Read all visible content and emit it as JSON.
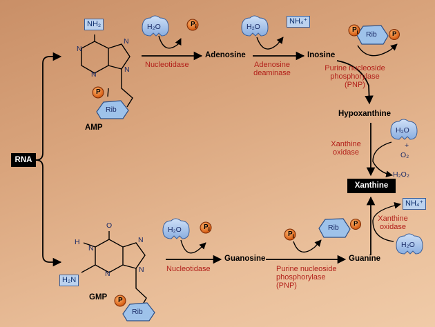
{
  "rna": "RNA",
  "xanthine": "Xanthine",
  "amp": {
    "label": "AMP",
    "nh2": "NH₂",
    "rib": "Rib",
    "p": "P",
    "atoms": [
      "N",
      "N",
      "N",
      "N"
    ]
  },
  "gmp": {
    "label": "GMP",
    "h2n": "H₂N",
    "rib": "Rib",
    "p": "P",
    "o": "O",
    "h": "H",
    "atoms": [
      "N",
      "N",
      "N",
      "N"
    ]
  },
  "top": {
    "h2o_1": "H₂O",
    "pi_1": "P",
    "pi_sub": "i",
    "nucleotidase": "Nucleotidase",
    "adenosine": "Adenosine",
    "h2o_2": "H₂O",
    "nh4": "NH₄⁺",
    "adenosine_deaminase": "Adenosine deaminase",
    "inosine": "Inosine",
    "pi_2": "P",
    "rib_p_rib": "Rib",
    "rib_p_p": "P",
    "pnp": "Purine nucleoside phosphorylase (PNP)",
    "hypoxanthine": "Hypoxanthine",
    "h2o_3": "H₂O",
    "plus": "+",
    "o2": "O₂",
    "xanthine_oxidase": "Xanthine oxidase",
    "h2o2": "H₂O₂"
  },
  "bottom": {
    "h2o_1": "H₂O",
    "pi_1": "P",
    "pi_sub": "i",
    "nucleotidase": "Nucleotidase",
    "guanosine": "Guanosine",
    "pi_2": "P",
    "rib_p_rib": "Rib",
    "rib_p_p": "P",
    "pnp": "Purine nucleoside phosphorylase (PNP)",
    "guanine": "Guanine",
    "nh4": "NH₄⁺",
    "xanthine_oxidase": "Xanthine oxidase",
    "h2o_2": "H₂O"
  },
  "colors": {
    "enzyme": "#b2201a",
    "water_blob": "#9ab8e4",
    "phosphate": "#e46b1a",
    "ribose": "#9ec2ea"
  }
}
